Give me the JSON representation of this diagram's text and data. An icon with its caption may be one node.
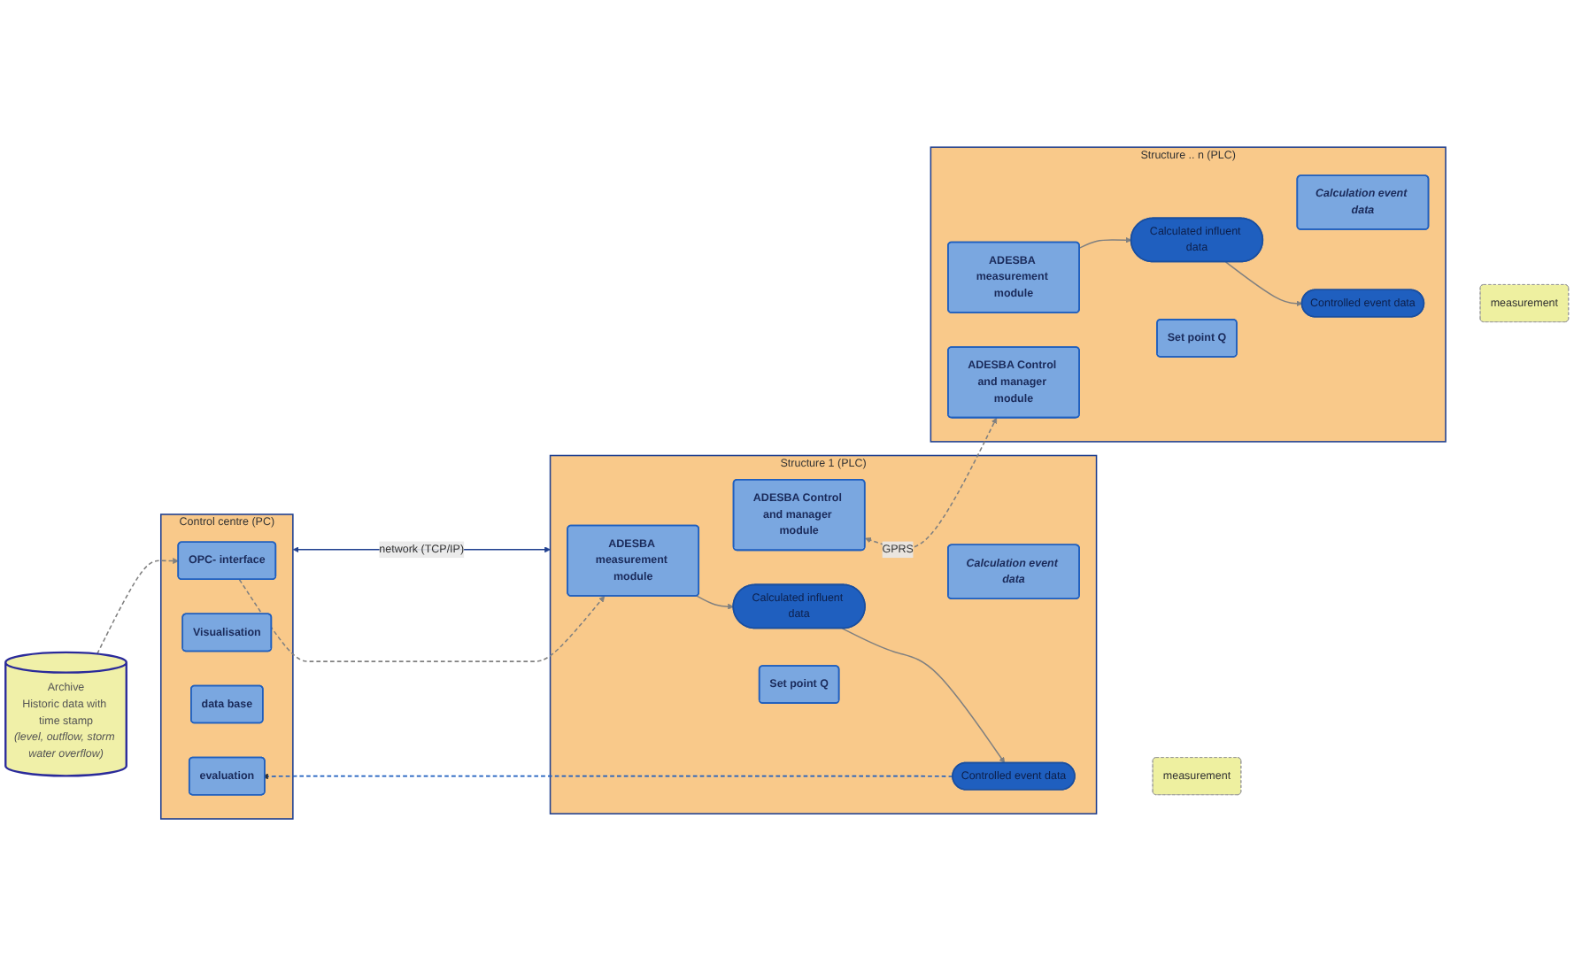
{
  "diagram": {
    "nodes": [
      {
        "text": [
          "Archive",
          "Historic data with time stamp",
          "(level, outflow, storm water overflow)"
        ]
      },
      {
        "text": [
          "Control centre (PC)"
        ]
      },
      {
        "text": [
          "OPC- interface"
        ],
        "in": 1
      },
      {
        "text": [
          "Visualisation"
        ],
        "in": 1
      },
      {
        "text": [
          "data base"
        ],
        "in": 1
      },
      {
        "text": [
          "evaluation"
        ],
        "in": 1
      },
      {
        "text": [
          "Structure 1 (PLC)"
        ]
      },
      {
        "text": [
          "ADESBA measurement module"
        ],
        "in": 6
      },
      {
        "text": [
          "Calculated influent data"
        ],
        "in": 6
      },
      {
        "text": [
          "ADESBA Control and manager module"
        ],
        "in": 6
      },
      {
        "text": [
          "Set point Q"
        ],
        "in": 6
      },
      {
        "text": [
          "Calculation event data"
        ],
        "in": 6
      },
      {
        "text": [
          "Controlled event data"
        ],
        "in": 6
      },
      {
        "text": [
          "measurement"
        ]
      },
      {
        "text": [
          "Structure .. n (PLC)"
        ]
      },
      {
        "text": [
          "ADESBA measurement module"
        ],
        "in": 14
      },
      {
        "text": [
          "Calculated influent data"
        ],
        "in": 14
      },
      {
        "text": [
          "ADESBA Control and manager module"
        ],
        "in": 14
      },
      {
        "text": [
          "Set point Q"
        ],
        "in": 14
      },
      {
        "text": [
          "Calculation event data"
        ],
        "in": 14
      },
      {
        "text": [
          "Controlled event data"
        ],
        "in": 14
      },
      {
        "text": [
          "measurement"
        ]
      }
    ],
    "edges": [
      {
        "from": 0,
        "to": 2,
        "arrow": "to",
        "style": "dashed"
      },
      {
        "from": 2,
        "to": 7,
        "arrow": "to",
        "style": "dashed"
      },
      {
        "from": 1,
        "to": 6,
        "arrow": "both",
        "label": "network (TCP/IP)",
        "color": "#1f3f8f"
      },
      {
        "from": 12,
        "to": 5,
        "arrow": "to",
        "style": "dashed",
        "color": "#1f5fbf"
      },
      {
        "from": 7,
        "to": 8,
        "arrow": "to"
      },
      {
        "from": 8,
        "to": 12,
        "arrow": "to"
      },
      {
        "from": 15,
        "to": 16,
        "arrow": "to"
      },
      {
        "from": 16,
        "to": 20,
        "arrow": "to"
      },
      {
        "from": 9,
        "to": 17,
        "arrow": "both",
        "label": "GPRS",
        "style": "dashed"
      }
    ]
  }
}
